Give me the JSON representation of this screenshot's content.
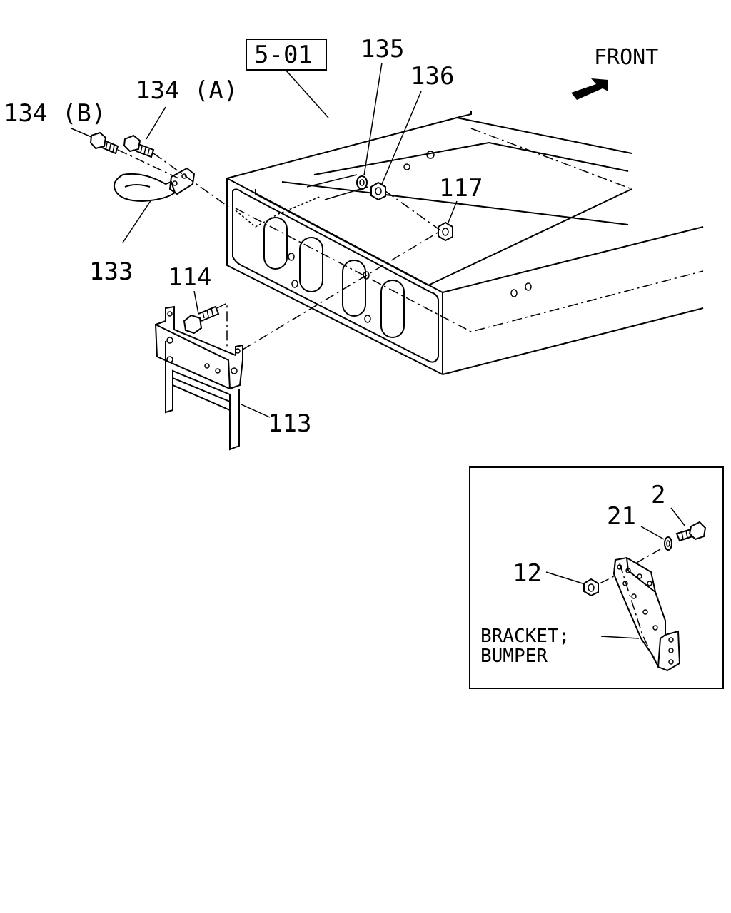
{
  "diagram": {
    "ref_box": "5-01",
    "direction_label": "FRONT",
    "labels": {
      "p134b": "134 (B)",
      "p134a": "134 (A)",
      "p135": "135",
      "p136": "136",
      "p117": "117",
      "p133": "133",
      "p114": "114",
      "p113": "113"
    },
    "inset": {
      "labels": {
        "p2": "2",
        "p21": "21",
        "p12": "12"
      },
      "caption_line1": "BRACKET;",
      "caption_line2": "BUMPER"
    }
  }
}
